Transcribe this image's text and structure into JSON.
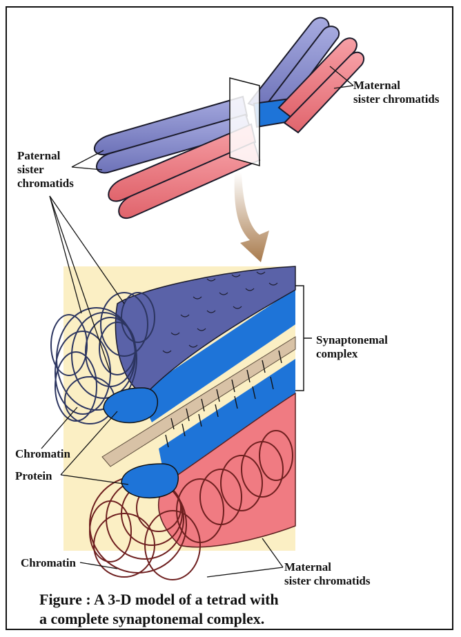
{
  "labels": {
    "maternal_top": "Maternal\nsister chromatids",
    "paternal": "Paternal\nsister\nchromatids",
    "synaptonemal": "Synaptonemal\ncomplex",
    "chromatin_upper": "Chromatin",
    "protein": "Protein",
    "chromatin_lower": "Chromatin",
    "maternal_bottom": "Maternal\nsister chromatids"
  },
  "caption": {
    "line1": "Figure : A 3-D model of a tetrad with",
    "line2": "a complete synaptonemal complex."
  },
  "colors": {
    "paternal": "#8a8fcf",
    "maternal": "#f07b82",
    "blue_band": "#1e74d8",
    "background_panel": "#fbefc4",
    "central_element": "#d8c2a6",
    "arrow": "#b88a5e",
    "paternal_loops": "#2c3560",
    "maternal_loops": "#6e1f1f"
  }
}
